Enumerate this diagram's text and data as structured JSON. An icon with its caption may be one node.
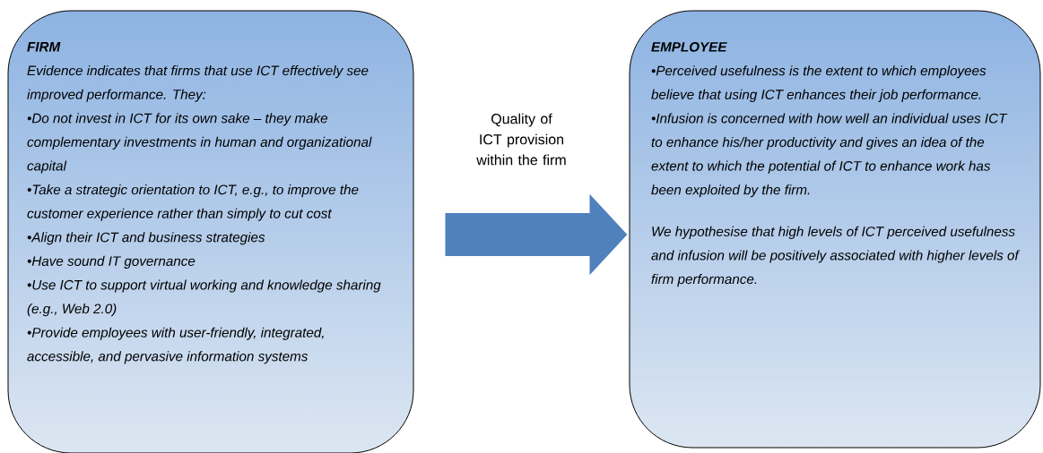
{
  "diagram": {
    "nodes": [
      {
        "text": [
          "FIRM",
          "Evidence indicates that firms that use ICT effectively see improved performance. They:",
          "•Do not invest in ICT for its own sake – they make complementary investments in human and organizational capital",
          "•Take a strategic orientation to ICT, e.g., to improve the customer experience rather than simply to cut cost",
          "•Align their ICT and business strategies",
          "•Have sound IT governance",
          "•Use ICT to support virtual working and knowledge sharing (e.g., Web 2.0)",
          "•Provide employees with user-friendly, integrated, accessible, and pervasive information systems"
        ]
      },
      {
        "text": [
          "EMPLOYEE",
          "•Perceived usefulness is the extent to which employees believe that using ICT enhances their job performance.",
          "•Infusion is concerned with how well an individual uses ICT to enhance his/her productivity and gives an idea of the extent to which the potential of ICT to enhance work has been exploited by the firm.",
          "We hypothesise that high levels of ICT perceived usefulness and infusion will be positively associated with higher levels of firm performance."
        ]
      }
    ],
    "edges": [
      {
        "from": 0,
        "to": 1,
        "arrow": "to",
        "label": "Quality of ICT provision within the firm"
      }
    ]
  }
}
